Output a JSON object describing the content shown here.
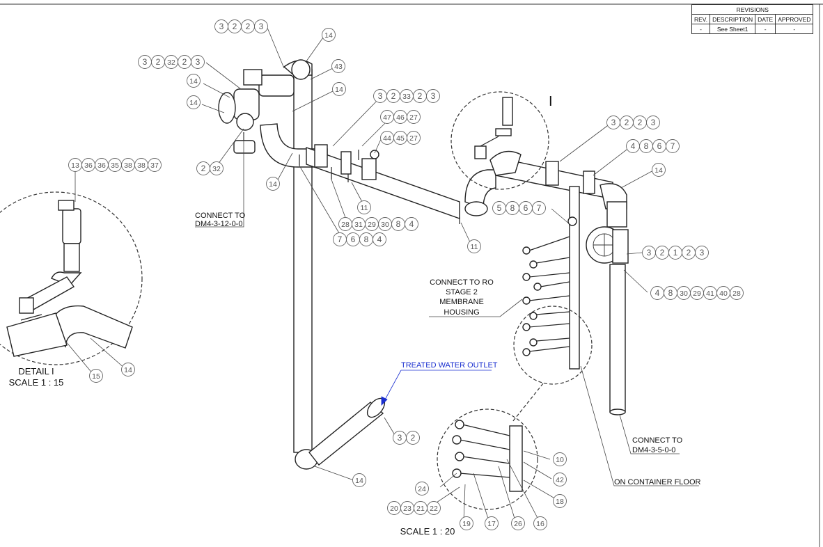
{
  "revisions": {
    "title": "REVISIONS",
    "headers": [
      "REV.",
      "DESCRIPTION",
      "DATE",
      "APPROVED"
    ],
    "row": [
      "-",
      "See Sheet1",
      "-",
      "-"
    ]
  },
  "notes": {
    "connect_dm4_3_12": [
      "CONNECT TO",
      "DM4-3-12-0-0"
    ],
    "connect_ro": [
      "CONNECT TO RO",
      "STAGE 2",
      "MEMBRANE",
      "HOUSING"
    ],
    "treated_water_outlet": "TREATED WATER OUTLET",
    "connect_dm4_3_5": [
      "CONNECT TO",
      "DM4-3-5-0-0"
    ],
    "container_floor": "ON CONTAINER FLOOR",
    "detail_label": "DETAIL I",
    "detail_scale": "SCALE 1 : 15",
    "main_scale": "SCALE 1 : 20",
    "detail_marker": "I"
  },
  "balloon_groups": [
    {
      "nums": [
        "3",
        "2",
        "2",
        "3"
      ]
    },
    {
      "nums": [
        "14"
      ]
    },
    {
      "nums": [
        "3",
        "2",
        "32",
        "2",
        "3"
      ]
    },
    {
      "nums": [
        "43"
      ]
    },
    {
      "nums": [
        "14"
      ]
    },
    {
      "nums": [
        "14"
      ]
    },
    {
      "nums": [
        "14"
      ]
    },
    {
      "nums": [
        "2",
        "32"
      ]
    },
    {
      "nums": [
        "14"
      ]
    },
    {
      "nums": [
        "3",
        "2",
        "33",
        "2",
        "3"
      ]
    },
    {
      "nums": [
        "47",
        "46",
        "27"
      ]
    },
    {
      "nums": [
        "44",
        "45",
        "27"
      ]
    },
    {
      "nums": [
        "11"
      ]
    },
    {
      "nums": [
        "28",
        "31",
        "29",
        "30",
        "8",
        "4"
      ]
    },
    {
      "nums": [
        "7",
        "6",
        "8",
        "4"
      ]
    },
    {
      "nums": [
        "11"
      ]
    },
    {
      "nums": [
        "3",
        "2",
        "2",
        "3"
      ]
    },
    {
      "nums": [
        "4",
        "8",
        "6",
        "7"
      ]
    },
    {
      "nums": [
        "14"
      ]
    },
    {
      "nums": [
        "5",
        "8",
        "6",
        "7"
      ]
    },
    {
      "nums": [
        "3",
        "2",
        "1",
        "2",
        "3"
      ]
    },
    {
      "nums": [
        "4",
        "8",
        "30",
        "29",
        "41",
        "40",
        "28"
      ]
    },
    {
      "nums": [
        "13",
        "36",
        "36",
        "35",
        "38",
        "38",
        "37"
      ]
    },
    {
      "nums": [
        "15"
      ]
    },
    {
      "nums": [
        "14"
      ]
    },
    {
      "nums": [
        "3",
        "2"
      ]
    },
    {
      "nums": [
        "14"
      ]
    },
    {
      "nums": [
        "10"
      ]
    },
    {
      "nums": [
        "42"
      ]
    },
    {
      "nums": [
        "18"
      ]
    },
    {
      "nums": [
        "24"
      ]
    },
    {
      "nums": [
        "20",
        "23",
        "21",
        "22"
      ]
    },
    {
      "nums": [
        "19"
      ]
    },
    {
      "nums": [
        "17"
      ]
    },
    {
      "nums": [
        "26"
      ]
    },
    {
      "nums": [
        "16"
      ]
    }
  ]
}
